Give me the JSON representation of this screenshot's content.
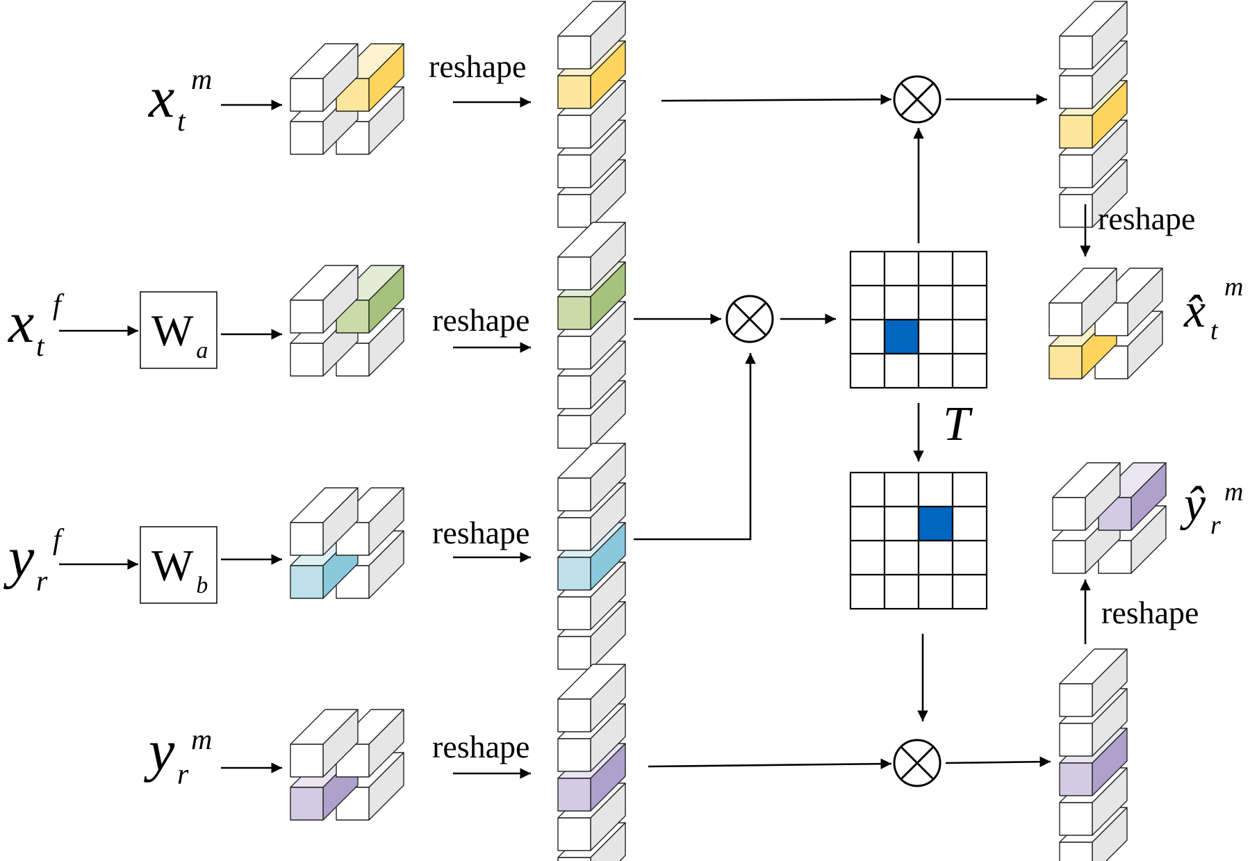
{
  "inputs": {
    "xtm": {
      "base": "x",
      "sub": "t",
      "sup": "m"
    },
    "xtf": {
      "base": "x",
      "sub": "t",
      "sup": "f"
    },
    "yrf": {
      "base": "y",
      "sub": "r",
      "sup": "f"
    },
    "yrm": {
      "base": "y",
      "sub": "r",
      "sup": "m"
    }
  },
  "weights": {
    "wa": {
      "base": "W",
      "sub": "a"
    },
    "wb": {
      "base": "W",
      "sub": "b"
    }
  },
  "labels": {
    "reshape": "reshape",
    "transpose": "T",
    "multiply_symbol": "⊗"
  },
  "outputs": {
    "xhat": {
      "base": "x̂",
      "sub": "t",
      "sup": "m"
    },
    "yhat": {
      "base": "ŷ",
      "sub": "r",
      "sup": "m"
    }
  },
  "colors": {
    "yellow_front": "#fde79c",
    "yellow_side": "#fdd55c",
    "green_front": "#cadba8",
    "green_side": "#a7c27c",
    "blue_front": "#bde0ea",
    "blue_side": "#8ac9dc",
    "purple_front": "#d3cbe3",
    "purple_side": "#aea1cb",
    "gray_side": "#e6e6e6",
    "matrix_highlight": "#0066c0"
  }
}
